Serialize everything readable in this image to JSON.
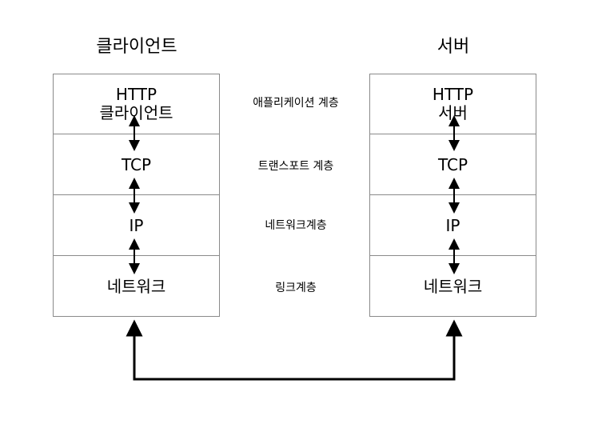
{
  "client": {
    "title": "클라이언트",
    "layers": [
      "HTTP\n클라이언트",
      "TCP",
      "IP",
      "네트워크"
    ]
  },
  "server": {
    "title": "서버",
    "layers": [
      "HTTP\n서버",
      "TCP",
      "IP",
      "네트워크"
    ]
  },
  "layer_names": [
    "애플리케이션 계층",
    "트랜스포트 계층",
    "네트워크계층",
    "링크계층"
  ]
}
